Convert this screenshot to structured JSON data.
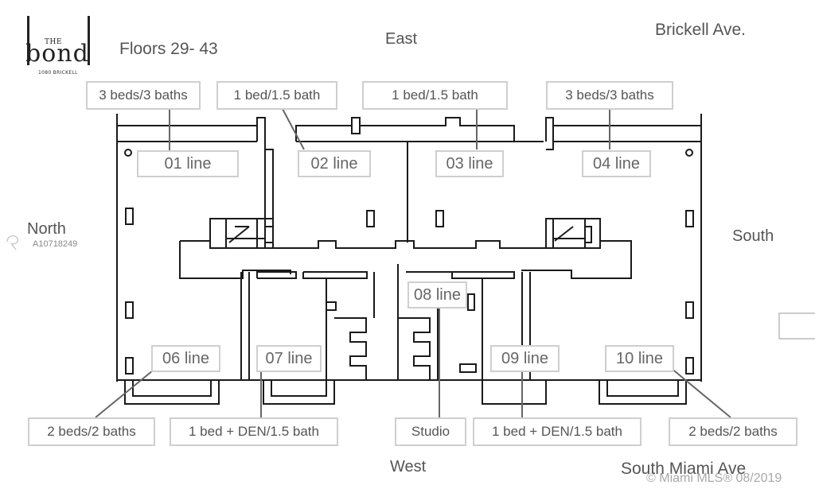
{
  "logo": {
    "the": "THE",
    "name": "bond",
    "address": "1080 BRICKELL"
  },
  "header": {
    "floors": "Floors 29- 43"
  },
  "compass": {
    "east": "East",
    "west": "West",
    "north": "North",
    "south": "South"
  },
  "streets": {
    "top_right": "Brickell Ave.",
    "bottom_right": "South Miami Ave"
  },
  "units": [
    {
      "line": "01 line",
      "type": "3 beds/3 baths"
    },
    {
      "line": "02 line",
      "type": "1 bed/1.5 bath"
    },
    {
      "line": "03 line",
      "type": "1 bed/1.5 bath"
    },
    {
      "line": "04 line",
      "type": "3 beds/3 baths"
    },
    {
      "line": "06 line",
      "type": "2 beds/2 baths"
    },
    {
      "line": "07 line",
      "type": "1 bed + DEN/1.5 bath"
    },
    {
      "line": "08 line",
      "type": "Studio"
    },
    {
      "line": "09 line",
      "type": "1 bed + DEN/1.5 bath"
    },
    {
      "line": "10 line",
      "type": "2 beds/2 baths"
    }
  ],
  "watermark": {
    "listing_id": "A10718249",
    "copyright": "© Miami MLS® 08/2019"
  }
}
